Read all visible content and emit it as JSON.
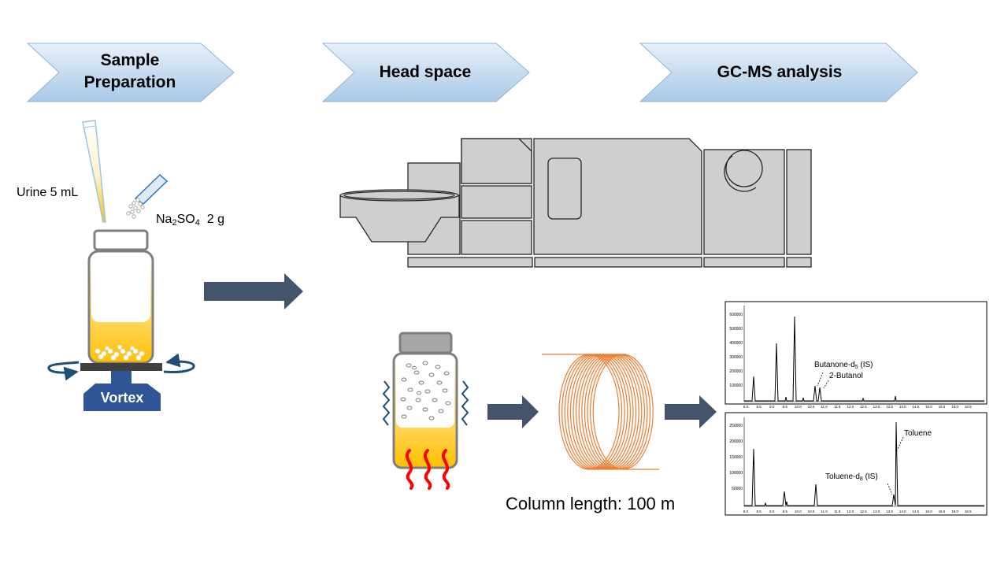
{
  "steps": [
    {
      "line1": "Sample",
      "line2": "Preparation"
    },
    {
      "line1": "Head space"
    },
    {
      "line1": "GC-MS analysis"
    }
  ],
  "sample_prep": {
    "urine_label": "Urine 5 mL",
    "salt_formula": {
      "na": "Na",
      "sub1": "2",
      "so": "SO",
      "sub2": "4",
      "amount": "2 g"
    },
    "vortex_label": "Vortex"
  },
  "column_label": "Column length: 100 m",
  "chromatogram_top": {
    "y_ticks": [
      "600000",
      "500000",
      "400000",
      "300000",
      "200000",
      "100000"
    ],
    "x_ticks": [
      "8.0",
      "8.5",
      "9.0",
      "9.5",
      "10.0",
      "10.5",
      "11.0",
      "11.5",
      "12.0",
      "12.5",
      "13.0",
      "13.5",
      "14.0",
      "14.5",
      "15.0",
      "15.5",
      "16.0",
      "16.5"
    ],
    "ann1": {
      "pre": "Butanone-d",
      "sub": "5",
      "post": " (IS)"
    },
    "ann2": "2-Butanol"
  },
  "chromatogram_bottom": {
    "y_ticks": [
      "250000",
      "200000",
      "150000",
      "100000",
      "50000"
    ],
    "x_ticks": [
      "8.0",
      "8.5",
      "9.0",
      "9.5",
      "10.0",
      "10.5",
      "11.0",
      "11.5",
      "12.0",
      "12.5",
      "13.0",
      "13.5",
      "14.0",
      "14.5",
      "15.0",
      "15.5",
      "16.0",
      "16.5"
    ],
    "ann1": "Toluene",
    "ann2": {
      "pre": "Toluene-d",
      "sub": "8",
      "post": " (IS)"
    }
  },
  "colors": {
    "arrow": "#44546a",
    "chevron_top": "#dde9f5",
    "chevron_bottom": "#9dc3e6",
    "instrument": "#d0cece",
    "vortex": "#2f5597",
    "coil": "#ed7d31",
    "heat": "#ff0000",
    "urine": "#ffd966"
  }
}
